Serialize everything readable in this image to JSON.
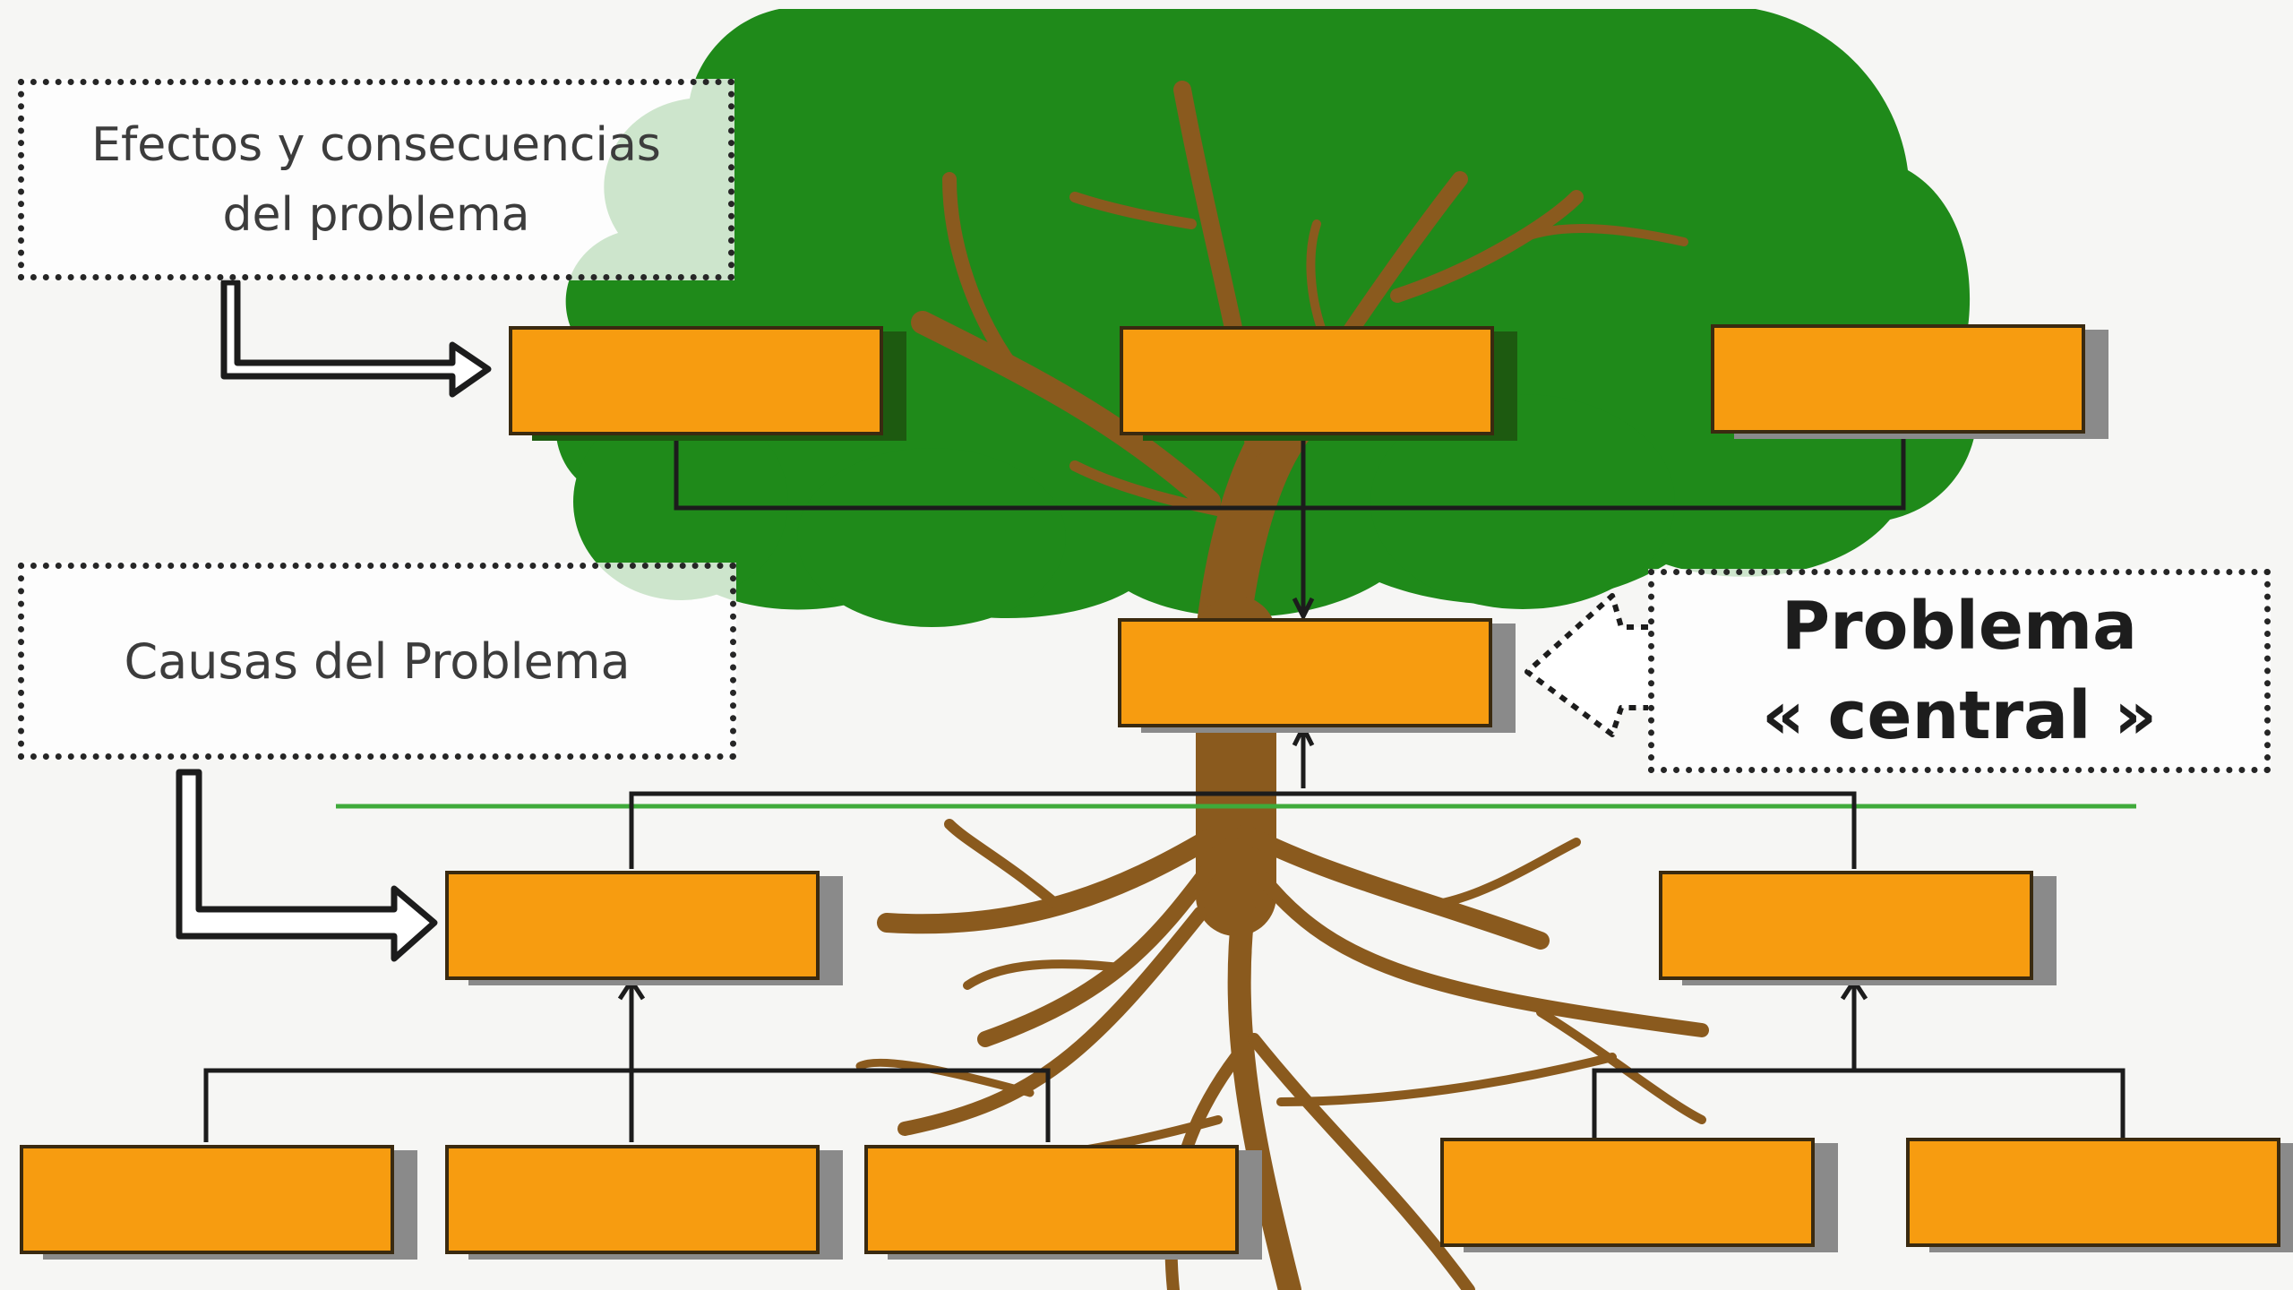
{
  "notes": {
    "effects": {
      "line1": "Efectos y consecuencias",
      "line2": "del problema"
    },
    "causes": "Causas del Problema",
    "central": {
      "line1": "Problema",
      "line2": "« central »"
    }
  },
  "colors": {
    "canopy": "#1f8a1a",
    "trunk": "#8a5a1e",
    "box_fill": "#f79c10",
    "box_shadow": "#8a8a8a",
    "ground_line": "#3faa3a",
    "connector": "#1c1c1c"
  },
  "diagram": {
    "effect_boxes": 3,
    "central_boxes": 1,
    "primary_cause_boxes": 2,
    "secondary_cause_boxes": 5
  }
}
